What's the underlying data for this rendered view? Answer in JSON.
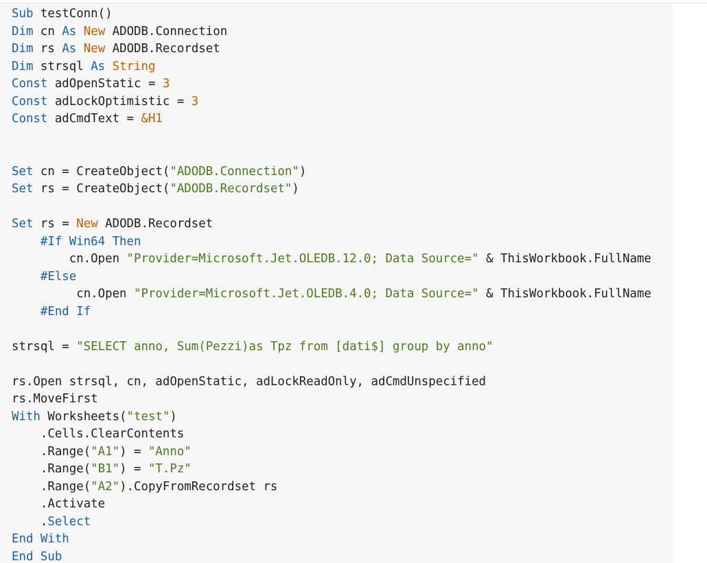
{
  "colors": {
    "background": "#f6f6f6",
    "keyword": "#1a5fa8",
    "number_and_new": "#c45f00",
    "string": "#4b7a1c",
    "text": "#1f1f1f"
  },
  "code": {
    "language": "VBA",
    "lines": [
      [
        {
          "t": "Sub",
          "c": "kw"
        },
        {
          "t": " testConn()",
          "c": "plain"
        }
      ],
      [
        {
          "t": "Dim",
          "c": "kw"
        },
        {
          "t": " cn ",
          "c": "plain"
        },
        {
          "t": "As",
          "c": "kw"
        },
        {
          "t": " ",
          "c": "plain"
        },
        {
          "t": "New",
          "c": "new"
        },
        {
          "t": " ADODB.Connection",
          "c": "plain"
        }
      ],
      [
        {
          "t": "Dim",
          "c": "kw"
        },
        {
          "t": " rs ",
          "c": "plain"
        },
        {
          "t": "As",
          "c": "kw"
        },
        {
          "t": " ",
          "c": "plain"
        },
        {
          "t": "New",
          "c": "new"
        },
        {
          "t": " ADODB.Recordset",
          "c": "plain"
        }
      ],
      [
        {
          "t": "Dim",
          "c": "kw"
        },
        {
          "t": " strsql ",
          "c": "plain"
        },
        {
          "t": "As",
          "c": "kw"
        },
        {
          "t": " ",
          "c": "plain"
        },
        {
          "t": "String",
          "c": "new"
        }
      ],
      [
        {
          "t": "Const",
          "c": "kw"
        },
        {
          "t": " adOpenStatic = ",
          "c": "plain"
        },
        {
          "t": "3",
          "c": "num"
        }
      ],
      [
        {
          "t": "Const",
          "c": "kw"
        },
        {
          "t": " adLockOptimistic = ",
          "c": "plain"
        },
        {
          "t": "3",
          "c": "num"
        }
      ],
      [
        {
          "t": "Const",
          "c": "kw"
        },
        {
          "t": " adCmdText = ",
          "c": "plain"
        },
        {
          "t": "&H1",
          "c": "num"
        }
      ],
      [],
      [],
      [
        {
          "t": "Set",
          "c": "kw"
        },
        {
          "t": " cn = CreateObject(",
          "c": "plain"
        },
        {
          "t": "\"ADODB.Connection\"",
          "c": "str"
        },
        {
          "t": ")",
          "c": "plain"
        }
      ],
      [
        {
          "t": "Set",
          "c": "kw"
        },
        {
          "t": " rs = CreateObject(",
          "c": "plain"
        },
        {
          "t": "\"ADODB.Recordset\"",
          "c": "str"
        },
        {
          "t": ")",
          "c": "plain"
        }
      ],
      [],
      [
        {
          "t": "Set",
          "c": "kw"
        },
        {
          "t": " rs = ",
          "c": "plain"
        },
        {
          "t": "New",
          "c": "new"
        },
        {
          "t": " ADODB.Recordset",
          "c": "plain"
        }
      ],
      [
        {
          "t": "    ",
          "c": "plain"
        },
        {
          "t": "#If Win64 Then",
          "c": "dir"
        }
      ],
      [
        {
          "t": "        cn.Open ",
          "c": "plain"
        },
        {
          "t": "\"Provider=Microsoft.Jet.OLEDB.12.0; Data Source=\"",
          "c": "str"
        },
        {
          "t": " & ThisWorkbook.FullName",
          "c": "plain"
        }
      ],
      [
        {
          "t": "    ",
          "c": "plain"
        },
        {
          "t": "#Else",
          "c": "dir"
        }
      ],
      [
        {
          "t": "         cn.Open ",
          "c": "plain"
        },
        {
          "t": "\"Provider=Microsoft.Jet.OLEDB.4.0; Data Source=\"",
          "c": "str"
        },
        {
          "t": " & ThisWorkbook.FullName",
          "c": "plain"
        }
      ],
      [
        {
          "t": "    ",
          "c": "plain"
        },
        {
          "t": "#End If",
          "c": "dir"
        }
      ],
      [],
      [
        {
          "t": "strsql = ",
          "c": "plain"
        },
        {
          "t": "\"SELECT anno, Sum(Pezzi)as Tpz from [dati$] group by anno\"",
          "c": "str"
        }
      ],
      [],
      [
        {
          "t": "rs.Open strsql, cn, adOpenStatic, adLockReadOnly, adCmdUnspecified",
          "c": "plain"
        }
      ],
      [
        {
          "t": "rs.MoveFirst",
          "c": "plain"
        }
      ],
      [
        {
          "t": "With",
          "c": "kw"
        },
        {
          "t": " Worksheets(",
          "c": "plain"
        },
        {
          "t": "\"test\"",
          "c": "str"
        },
        {
          "t": ")",
          "c": "plain"
        }
      ],
      [
        {
          "t": "    .Cells.ClearContents",
          "c": "plain"
        }
      ],
      [
        {
          "t": "    .Range(",
          "c": "plain"
        },
        {
          "t": "\"A1\"",
          "c": "str"
        },
        {
          "t": ") = ",
          "c": "plain"
        },
        {
          "t": "\"Anno\"",
          "c": "str"
        }
      ],
      [
        {
          "t": "    .Range(",
          "c": "plain"
        },
        {
          "t": "\"B1\"",
          "c": "str"
        },
        {
          "t": ") = ",
          "c": "plain"
        },
        {
          "t": "\"T.Pz\"",
          "c": "str"
        }
      ],
      [
        {
          "t": "    .Range(",
          "c": "plain"
        },
        {
          "t": "\"A2\"",
          "c": "str"
        },
        {
          "t": ").CopyFromRecordset rs",
          "c": "plain"
        }
      ],
      [
        {
          "t": "    .Activate",
          "c": "plain"
        }
      ],
      [
        {
          "t": "    .",
          "c": "plain"
        },
        {
          "t": "Select",
          "c": "kw"
        }
      ],
      [
        {
          "t": "End",
          "c": "kw"
        },
        {
          "t": " ",
          "c": "plain"
        },
        {
          "t": "With",
          "c": "kw"
        }
      ],
      [
        {
          "t": "End",
          "c": "kw"
        },
        {
          "t": " ",
          "c": "plain"
        },
        {
          "t": "Sub",
          "c": "kw"
        }
      ]
    ]
  }
}
